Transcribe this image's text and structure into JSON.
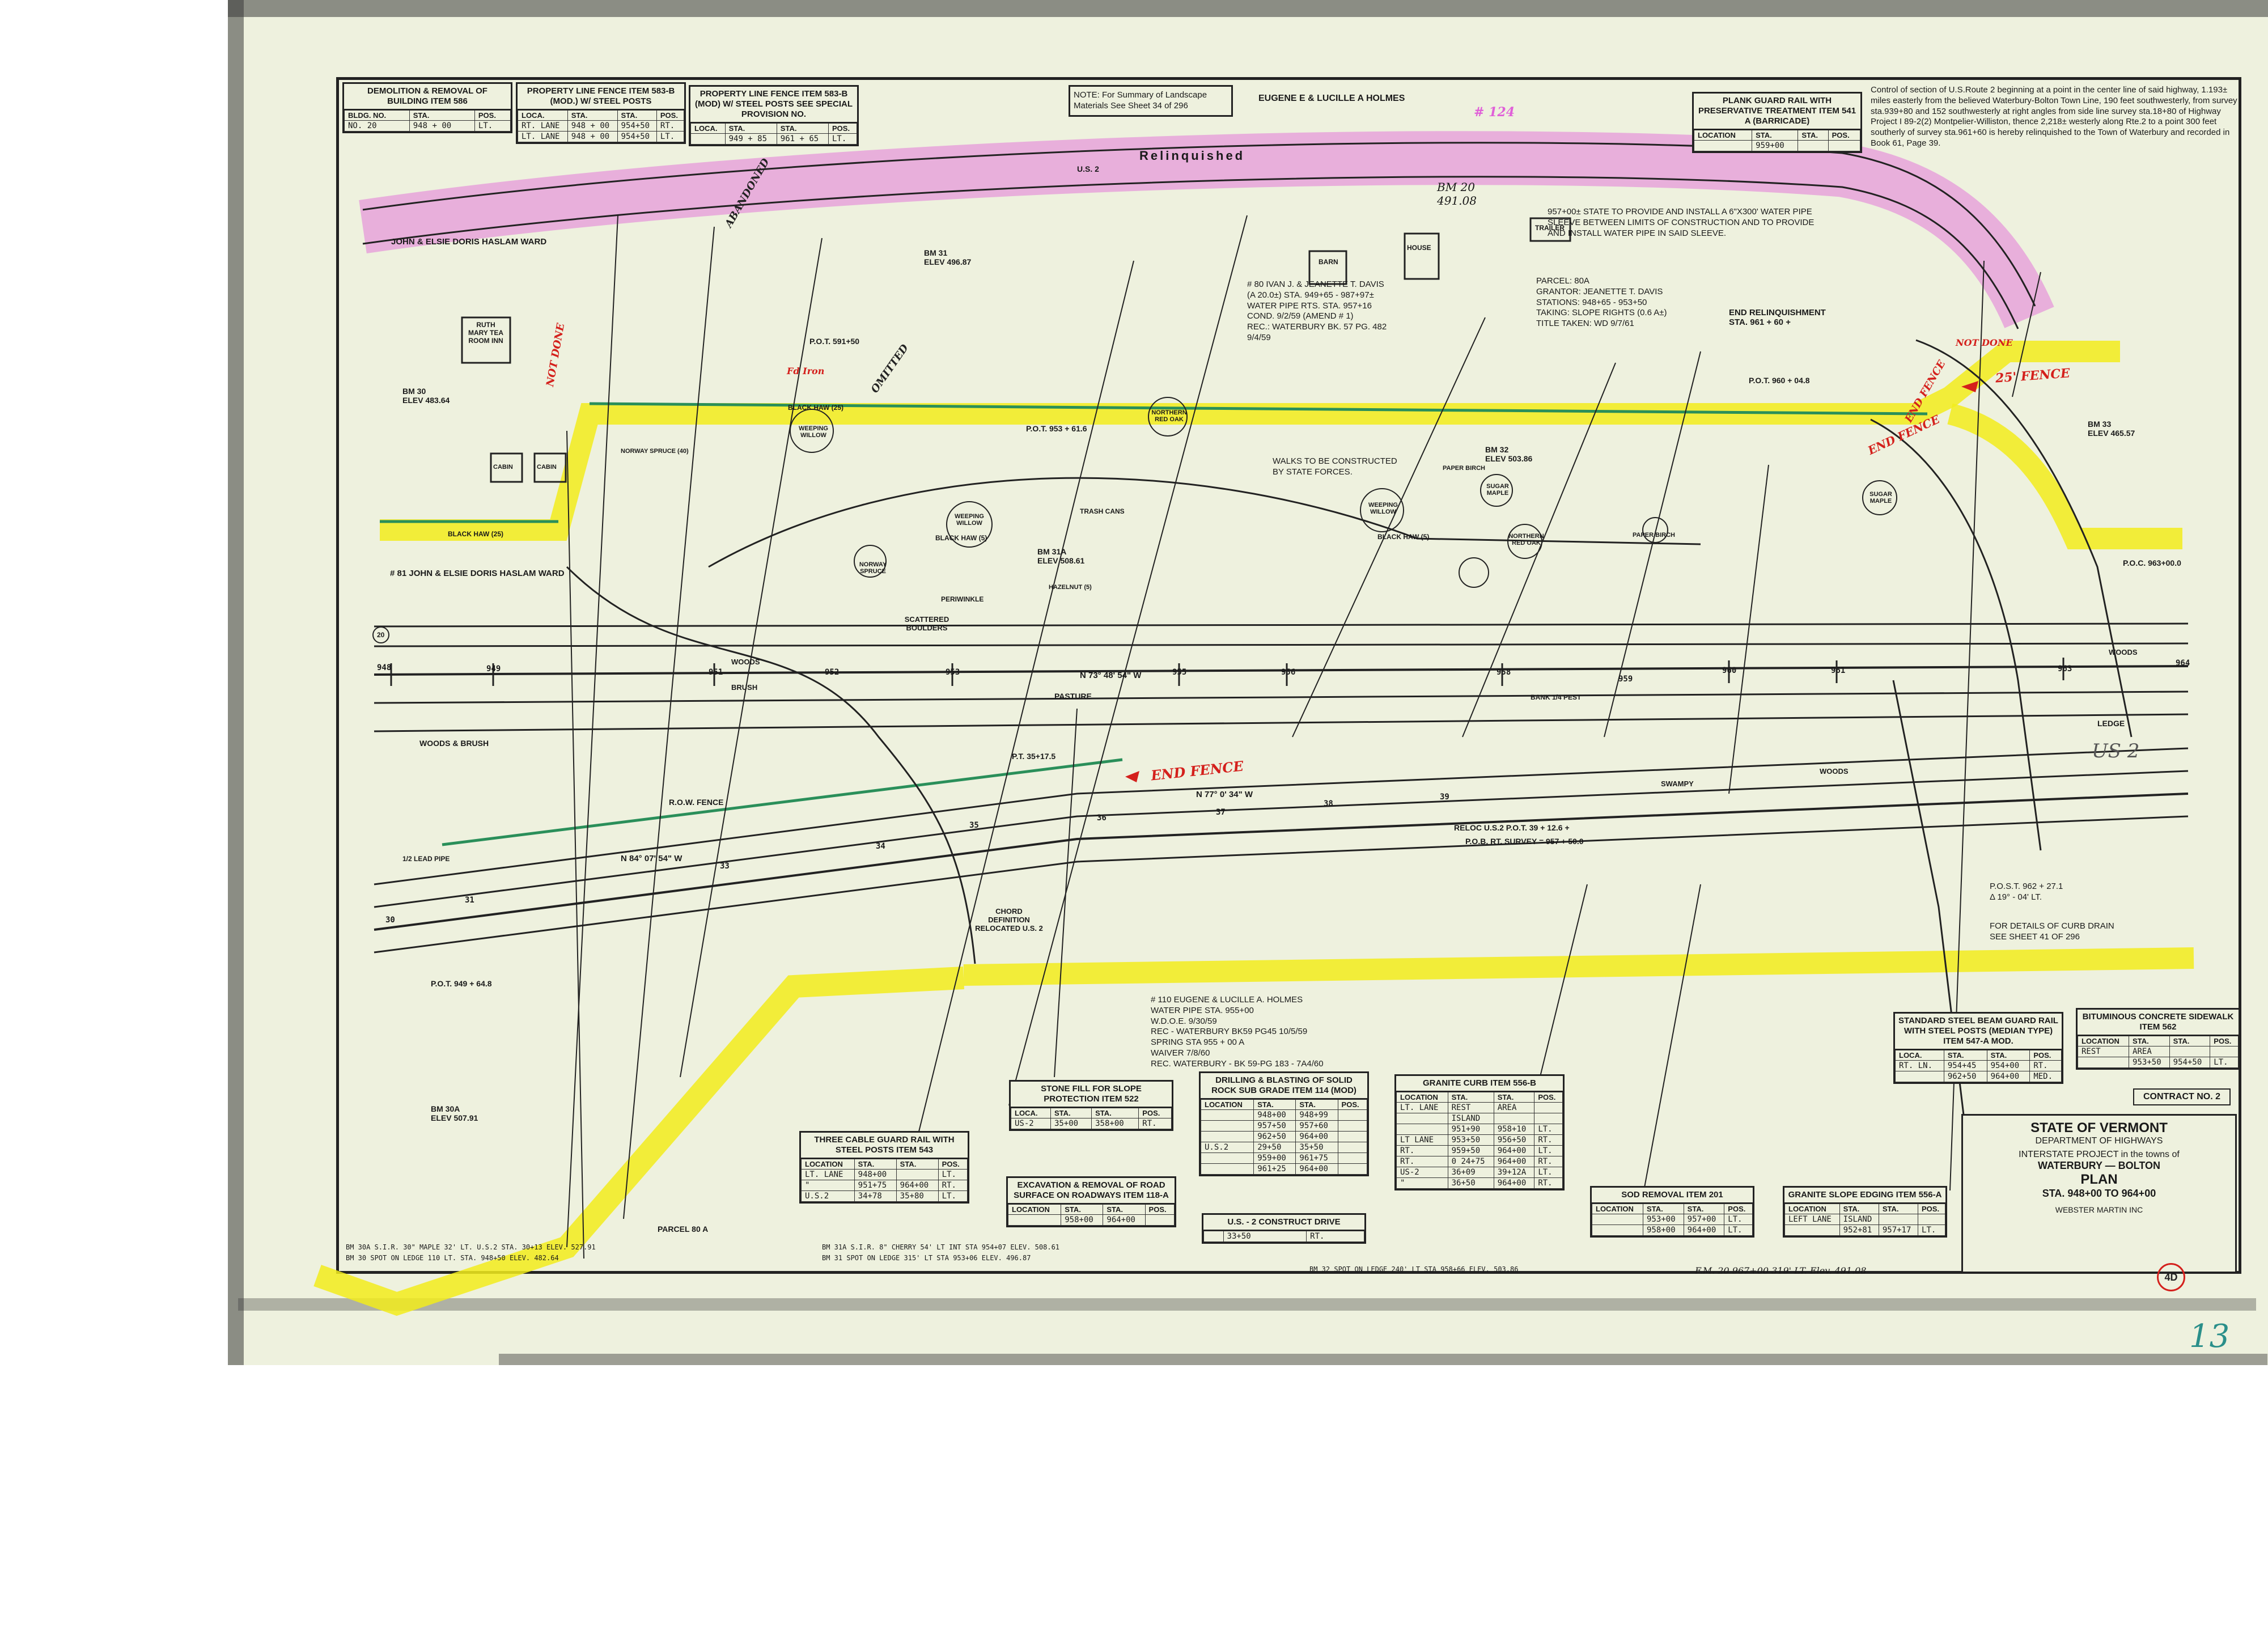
{
  "sheet": {
    "number": "13",
    "sheet_no": "4D",
    "colors": {
      "paper": "#eef1de",
      "highlight_yellow": "#f2ec1c",
      "highlight_magenta": "#e060d8",
      "fence_green": "#2a8f5a",
      "markup_red": "#d4201c",
      "linework": "#1a1a1a"
    }
  },
  "tables": {
    "demolition": {
      "title": "DEMOLITION & REMOVAL OF BUILDING ITEM 586",
      "header": [
        "BLDG. NO.",
        "STA.",
        "POS."
      ],
      "rows": [
        [
          "NO. 20",
          "948 + 00",
          "LT."
        ]
      ]
    },
    "property_fence_mod": {
      "title": "PROPERTY LINE FENCE ITEM 583-B (MOD.) W/ STEEL POSTS",
      "header": [
        "LOCA.",
        "STA.",
        "STA.",
        "POS."
      ],
      "rows": [
        [
          "RT. LANE",
          "948 + 00",
          "954+50",
          "RT."
        ],
        [
          "LT. LANE",
          "948 + 00",
          "954+50",
          "LT."
        ]
      ]
    },
    "property_fence_special": {
      "title": "PROPERTY LINE FENCE ITEM 583-B (MOD) W/ STEEL POSTS SEE SPECIAL PROVISION NO.",
      "header": [
        "LOCA.",
        "STA.",
        "STA.",
        "POS."
      ],
      "rows": [
        [
          "",
          "949 + 85",
          "961 + 65",
          "LT."
        ]
      ]
    },
    "plank_guard_rail": {
      "title": "PLANK GUARD RAIL WITH PRESERVATIVE TREATMENT ITEM 541 A (BARRICADE)",
      "header": [
        "LOCATION",
        "STA.",
        "STA.",
        "POS."
      ],
      "rows": [
        [
          "",
          "959+00",
          "",
          ""
        ]
      ]
    },
    "stone_fill": {
      "title": "STONE FILL FOR SLOPE PROTECTION ITEM 522",
      "header": [
        "LOCA.",
        "STA.",
        "STA.",
        "POS."
      ],
      "rows": [
        [
          "US-2",
          "35+00",
          "358+00",
          "RT."
        ]
      ]
    },
    "three_cable": {
      "title": "THREE CABLE GUARD RAIL WITH STEEL POSTS ITEM 543",
      "header": [
        "LOCATION",
        "STA.",
        "STA.",
        "POS."
      ],
      "rows": [
        [
          "LT. LANE",
          "948+00",
          "",
          "LT."
        ],
        [
          "\"",
          "951+75",
          "964+00",
          "RT."
        ],
        [
          "U.S.2",
          "34+78",
          "35+80",
          "LT."
        ]
      ]
    },
    "excavation": {
      "title": "EXCAVATION & REMOVAL OF ROAD SURFACE ON ROADWAYS ITEM 118-A",
      "header": [
        "LOCATION",
        "STA.",
        "STA.",
        "POS."
      ],
      "rows": [
        [
          "",
          "958+00",
          "964+00",
          ""
        ]
      ]
    },
    "drilling": {
      "title": "DRILLING & BLASTING OF SOLID ROCK SUB GRADE ITEM 114 (MOD)",
      "header": [
        "LOCATION",
        "STA.",
        "STA.",
        "POS."
      ],
      "rows": [
        [
          "",
          "948+00",
          "948+99",
          ""
        ],
        [
          "",
          "957+50",
          "957+60",
          ""
        ],
        [
          "",
          "962+50",
          "964+00",
          ""
        ],
        [
          "U.S.2",
          "29+50",
          "35+50",
          ""
        ],
        [
          "",
          "959+00",
          "961+75",
          ""
        ],
        [
          "",
          "961+25",
          "964+00",
          ""
        ]
      ]
    },
    "constr_drive": {
      "title": "U.S. - 2 CONSTRUCT DRIVE",
      "rows": [
        [
          "",
          "33+50",
          "RT."
        ]
      ]
    },
    "granite_curb": {
      "title": "GRANITE CURB ITEM 556-B",
      "header": [
        "LOCATION",
        "STA.",
        "STA.",
        "POS."
      ],
      "rows": [
        [
          "LT. LANE",
          "REST",
          "AREA",
          ""
        ],
        [
          "",
          "ISLAND",
          "",
          ""
        ],
        [
          "",
          "951+90",
          "958+10",
          "LT."
        ],
        [
          "LT LANE",
          "953+50",
          "956+50",
          "RT."
        ],
        [
          "RT.",
          "959+50",
          "964+00",
          "LT."
        ],
        [
          "RT.",
          "0 24+75",
          "964+00",
          "RT."
        ],
        [
          "US-2",
          "36+09",
          "39+12A",
          "LT."
        ],
        [
          "\"",
          "36+50",
          "964+00",
          "RT."
        ]
      ]
    },
    "sod_removal": {
      "title": "SOD REMOVAL ITEM 201",
      "header": [
        "LOCATION",
        "STA.",
        "STA.",
        "POS."
      ],
      "rows": [
        [
          "",
          "953+00",
          "957+00",
          "LT."
        ],
        [
          "",
          "958+00",
          "964+00",
          "LT."
        ]
      ]
    },
    "granite_slope": {
      "title": "GRANITE SLOPE EDGING ITEM 556-A",
      "header": [
        "LOCATION",
        "STA.",
        "STA.",
        "POS."
      ],
      "rows": [
        [
          "LEFT LANE",
          "ISLAND",
          "",
          ""
        ],
        [
          "",
          "952+81",
          "957+17",
          "LT."
        ]
      ]
    },
    "steel_beam": {
      "title": "STANDARD STEEL BEAM GUARD RAIL WITH STEEL POSTS (MEDIAN TYPE) ITEM 547-A MOD.",
      "header": [
        "LOCA.",
        "STA.",
        "STA.",
        "POS."
      ],
      "rows": [
        [
          "RT. LN.",
          "954+45",
          "954+00",
          "RT."
        ],
        [
          "",
          "962+50",
          "964+00",
          "MED."
        ]
      ]
    },
    "bituminous": {
      "title": "BITUMINOUS CONCRETE SIDEWALK ITEM 562",
      "header": [
        "LOCATION",
        "STA.",
        "STA.",
        "POS."
      ],
      "rows": [
        [
          "REST",
          "AREA",
          "",
          ""
        ],
        [
          "",
          "953+50",
          "954+50",
          "LT."
        ]
      ]
    }
  },
  "note_box": "NOTE:  For Summary of Landscape Materials See Sheet 34 of 296",
  "notes": {
    "relinquishment": "Control of section of U.S.Route 2 beginning at a point in the center line of said highway, 1.193± miles easterly from the believed Waterbury-Bolton Town Line, 190 feet southwesterly, from survey sta.939+80 and 152 southwesterly at right angles from side line survey sta.18+80 of Highway Project I 89-2(2) Montpelier-Williston, thence 2,218± westerly along Rte.2 to a point 300 feet southerly of survey sta.961+60 is hereby relinquished to the Town of Waterbury and recorded in Book 61, Page 39.",
    "water_pipe": "957+00± STATE TO PROVIDE AND INSTALL A 6\"X300' WATER PIPE SLEEVE BETWEEN LIMITS OF CONSTRUCTION AND TO PROVIDE AND INSTALL WATER PIPE IN SAID SLEEVE.",
    "parcel_80a": "PARCEL:   80A\nGRANTOR:   JEANETTE T. DAVIS\nSTATIONS:   948+65 - 953+50\nTAKING:   SLOPE RIGHTS (0.6 A±)\nTITLE TAKEN: WD 9/7/61",
    "davis": "# 80 IVAN J. & JEANETTE T. DAVIS\n(A 20.0±) STA. 949+65 - 987+97±\nWATER PIPE RTS. STA. 957+16\nCOND. 9/2/59 (AMEND # 1)\nREC.: WATERBURY BK. 57 PG. 482\n9/4/59",
    "holmes_110": "# 110 EUGENE & LUCILLE A. HOLMES\nWATER PIPE  STA. 955+00\nW.D.O.E. 9/30/59\nREC - WATERBURY BK59 PG45  10/5/59\nSPRING STA 955 + 00 A\nWAIVER 7/8/60\nREC. WATERBURY - BK 59-PG 183 - 7A4/60",
    "curb_drain": "FOR DETAILS OF CURB DRAIN\nSEE SHEET 41 OF 296",
    "pot_962": "P.O.S.T. 962 + 27.1\nΔ 19° - 04' LT.",
    "walks": "WALKS TO BE CONSTRUCTED\nBY STATE FORCES."
  },
  "title_block": {
    "contract": "CONTRACT NO. 2",
    "state": "STATE OF VERMONT",
    "dept": "DEPARTMENT OF HIGHWAYS",
    "project": "INTERSTATE PROJECT in the towns of",
    "towns": "WATERBURY — BOLTON",
    "kind": "PLAN",
    "stations": "STA. 948+00  TO  964+00",
    "engineer": "WEBSTER MARTIN INC"
  },
  "labels": {
    "owner_holmes": "EUGENE E & LUCILLE A HOLMES",
    "owner_haslam_top": "JOHN & ELSIE DORIS HASLAM WARD",
    "owner_haslam_81": "# 81 JOHN & ELSIE DORIS HASLAM WARD",
    "relinquished": "Relinquished",
    "us2_top": "U.S. 2",
    "us2_right": "US 2",
    "ruth_mary": "RUTH MARY TEA ROOM INN",
    "barn": "BARN",
    "house": "HOUSE",
    "trailer": "TRAILER",
    "cabin1": "CABIN",
    "cabin2": "CABIN",
    "bm20": "BM 20\n491.08",
    "bm31": "BM 31\nELEV 496.87",
    "bm30": "BM 30\nELEV 483.64",
    "bm31a": "BM 31A\nELEV 508.61",
    "bm32": "BM 32\nELEV 503.86",
    "bm33": "BM 33\nELEV 465.57",
    "bm30a": "BM 30A\nELEV 507.91",
    "pot_591": "P.O.T. 591+50",
    "pot_953": "P.O.T. 953 + 61.6",
    "pot_960": "P.O.T. 960 + 04.8",
    "pot_949": "P.O.T. 949 + 64.8",
    "pot_35": "P.T. 35+17.5",
    "pot_39": "RELOC U.S.2 P.O.T. 39 + 12.6 +",
    "surv_957": "P.O.B. RT. SURVEY = 957 + 50.0",
    "poc_963": "P.O.C. 963+00.0",
    "end_relinq": "END RELINQUISHMENT\nSTA. 961 + 60 +",
    "bearing_1": "N 73° 48' 54\" W",
    "bearing_2": "N 77° 0' 34\" W",
    "bearing_3": "N 84° 07' 54\" W",
    "row_fence": "R.O.W. FENCE",
    "pasture": "PASTURE",
    "woods_brush": "WOODS & BRUSH",
    "woods_1": "WOODS",
    "woods_2": "WOODS",
    "woods_3": "WOODS",
    "ledge": "LEDGE",
    "brush": "BRUSH",
    "swampy": "SWAMPY",
    "scattered": "SCATTERED BOULDERS",
    "chord": "CHORD DEFINITION RELOCATED U.S. 2",
    "periwinkle": "PERIWINKLE",
    "bank_pest": "BANK 1/4 PEST",
    "ext_lead": "1/2 LEAD PIPE",
    "sta_948": "948",
    "sta_949": "949",
    "sta_951": "951",
    "sta_952": "952",
    "sta_953": "953",
    "sta_955": "955",
    "sta_956": "956",
    "sta_958": "958",
    "sta_959": "959",
    "sta_960": "960",
    "sta_961": "961",
    "sta_963": "963",
    "sta_964": "964",
    "us_30": "30",
    "us_31": "31",
    "us_33": "33",
    "us_34": "34",
    "us_35": "35",
    "us_36": "36",
    "us_37": "37",
    "us_38": "38",
    "us_39": "39",
    "tree_weeping1": "WEEPING WILLOW",
    "tree_weeping2": "WEEPING WILLOW",
    "tree_weeping3": "WEEPING WILLOW",
    "tree_blackhaw1": "BLACK HAW (5)",
    "tree_blackhaw2": "BLACK HAW (5)",
    "tree_blackhaw25": "BLACK HAW (25)",
    "tree_blackhaw_top": "BLACK HAW (25)",
    "tree_redoak": "NORTHERN RED OAK",
    "tree_redoak2": "NORTHERN RED OAK",
    "tree_sugar": "SUGAR MAPLE",
    "tree_sugar2": "SUGAR MAPLE",
    "tree_paper": "PAPER BIRCH",
    "tree_paper2": "PAPER BIRCH",
    "tree_norway": "NORWAY SPRUCE",
    "tree_norway40": "NORWAY SPRUCE (40)",
    "tree_hazelnut": "HAZELNUT (5)",
    "trash_cans": "TRASH CANS",
    "num_20": "20",
    "parcel_80a_low": "PARCEL 80 A",
    "bm_footer_1": "BM 30A  S.I.R. 30\" MAPLE 32' LT.  U.S.2 STA. 30+13  ELEV. 527.91",
    "bm_footer_2": "BM 30  SPOT ON LEDGE 110 LT.  STA. 948+50  ELEV. 482.64",
    "bm_footer_3": "BM 31A  S.I.R. 8\" CHERRY 54' LT INT STA 954+07  ELEV. 508.61",
    "bm_footer_4": "BM 31  SPOT ON LEDGE 315' LT  STA 953+06  ELEV. 496.87",
    "bm_footer_5": "BM 32  SPOT ON LEDGE 240' LT  STA 958+66  ELEV. 503.86",
    "bm_footer_6": "F.M. 20 967+00 319' LT.  Elev. 491.08"
  },
  "markups": {
    "end_fence_1": "END FENCE",
    "end_fence_2": "END FENCE",
    "end_fence_3": "END FENCE",
    "fence_25": "25' FENCE",
    "not_done": "NOT DONE",
    "not_done_2": "NOT DONE",
    "parcel_124": "# 124",
    "fd": "Fd Iron",
    "abandoned": "ABANDONED",
    "omitted": "OMITTED"
  }
}
